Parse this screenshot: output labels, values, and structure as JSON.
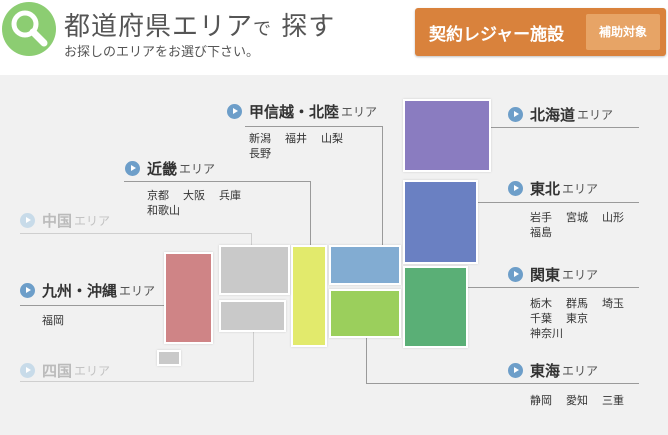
{
  "header": {
    "title_main": "都道府県エリア",
    "title_particle": "で",
    "title_action": "探す",
    "subtitle": "お探しのエリアをお選び下さい。",
    "search_icon": "magnifier-icon",
    "leisure_button": {
      "label": "契約レジャー施設",
      "badge": "補助対象"
    }
  },
  "regions": {
    "koshinetsu": {
      "name": "甲信越・北陸",
      "suffix": "エリア",
      "prefs": [
        "新潟",
        "福井",
        "山梨",
        "長野"
      ]
    },
    "kinki": {
      "name": "近畿",
      "suffix": "エリア",
      "prefs": [
        "京都",
        "大阪",
        "兵庫",
        "和歌山"
      ]
    },
    "chugoku": {
      "name": "中国",
      "suffix": "エリア",
      "prefs": []
    },
    "kyushu": {
      "name": "九州・沖縄",
      "suffix": "エリア",
      "prefs": [
        "福岡"
      ]
    },
    "shikoku": {
      "name": "四国",
      "suffix": "エリア",
      "prefs": []
    },
    "hokkaido": {
      "name": "北海道",
      "suffix": "エリア",
      "prefs": []
    },
    "tohoku": {
      "name": "東北",
      "suffix": "エリア",
      "prefs": [
        "岩手",
        "宮城",
        "山形",
        "福島"
      ]
    },
    "kanto": {
      "name": "関東",
      "suffix": "エリア",
      "prefs": [
        "栃木",
        "群馬",
        "埼玉",
        "千葉",
        "東京",
        "神奈川"
      ]
    },
    "tokai": {
      "name": "東海",
      "suffix": "エリア",
      "prefs": [
        "静岡",
        "愛知",
        "三重"
      ]
    }
  },
  "colors": {
    "hokkaido": "#8a7cc0",
    "tohoku": "#6a80c2",
    "kanto": "#5aaf76",
    "tokai": "#9bcf5c",
    "kita_kanto": "#82acd2",
    "koshinetsu": "#e2ea6c",
    "kinki": "#c9c9c9",
    "chugoku": "#c9c9c9",
    "kyushu": "#cf8486",
    "accent": "#d9823c"
  }
}
